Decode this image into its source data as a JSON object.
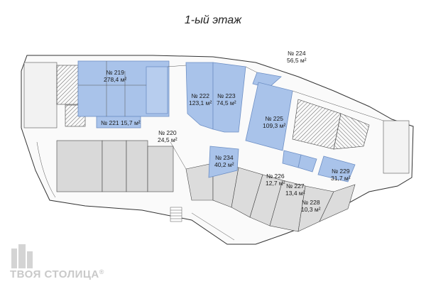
{
  "floor_title": "1-ый этаж",
  "brand": {
    "name": "ТВОЯ СТОЛИЦА",
    "reg_mark": "®"
  },
  "colors": {
    "highlight": "#a9c3ea",
    "highlight_stroke": "#6d8fc5",
    "grey_unit": "#d9d9d9",
    "line": "#333333"
  },
  "units": [
    {
      "no": "№ 219",
      "area": "278,4 м²"
    },
    {
      "no": "№ 220",
      "area": "24,5 м²"
    },
    {
      "no": "№ 221",
      "area": "15,7 м²"
    },
    {
      "no": "№ 222",
      "area": "123,1 м²"
    },
    {
      "no": "№ 223",
      "area": "74,5 м²"
    },
    {
      "no": "№ 224",
      "area": "56,5 м²"
    },
    {
      "no": "№ 225",
      "area": "109,3 м²"
    },
    {
      "no": "№ 226",
      "area": "12,7 м²"
    },
    {
      "no": "№ 227",
      "area": "13,4 м²"
    },
    {
      "no": "№ 228",
      "area": "10,3 м²"
    },
    {
      "no": "№ 229",
      "area": "31,7 м²"
    },
    {
      "no": "№ 234",
      "area": "40,2 м²"
    }
  ]
}
